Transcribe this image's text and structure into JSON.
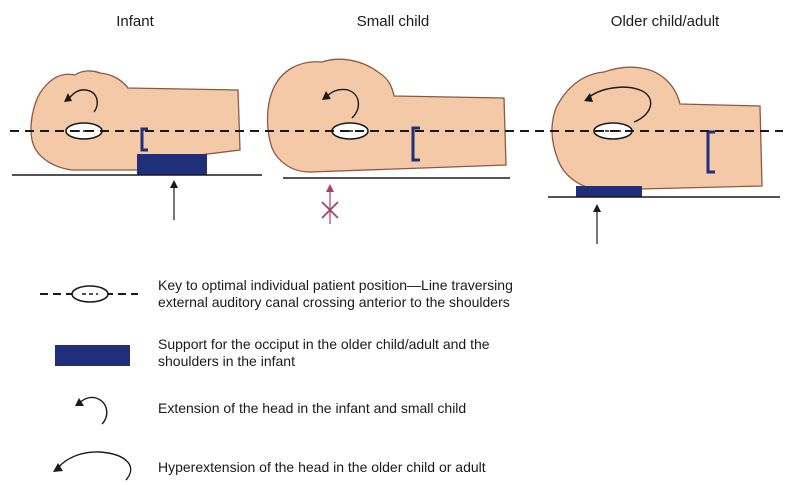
{
  "titles": {
    "infant": "Infant",
    "small_child": "Small child",
    "older": "Older child/adult"
  },
  "legend": {
    "line_key_line1": "Key to optimal individual patient position—Line traversing",
    "line_key_line2": "external auditory canal crossing anterior to the shoulders",
    "support_line1": "Support for the occiput in the older child/adult and the",
    "support_line2": "shoulders in the infant",
    "extension": "Extension of the head in the infant and small child",
    "hyperextension": "Hyperextension of the head in the older child or adult"
  },
  "colors": {
    "skin": "#f4c9a8",
    "skin_outline": "#8b5a43",
    "support": "#1f2f7a",
    "x_mark": "#a24070",
    "line": "#1a1a1a"
  },
  "icons": {
    "ear": "ellipse-ear-icon",
    "extension": "curved-arrow-icon",
    "hyperextension": "large-curved-arrow-icon",
    "shoulder": "shoulder-bracket-icon",
    "no_support": "x-mark-icon"
  }
}
